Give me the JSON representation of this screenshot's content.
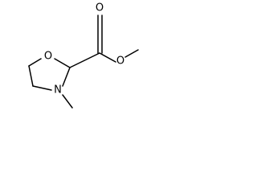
{
  "structure": {
    "atoms": {
      "ring_oxygen": "O",
      "ring_nitrogen": "N",
      "carbonyl_oxygen": "O",
      "ester_oxygen": "O"
    }
  }
}
